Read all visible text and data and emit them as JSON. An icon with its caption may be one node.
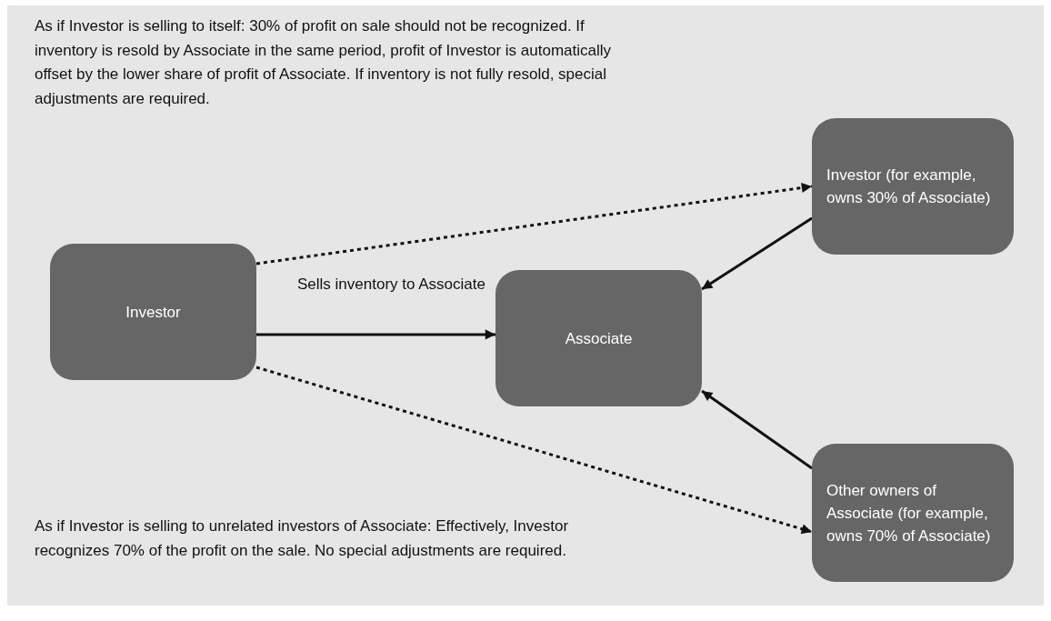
{
  "diagram": {
    "nodes": [
      {
        "text": [
          "Investor"
        ]
      },
      {
        "text": [
          "Associate"
        ]
      },
      {
        "text": [
          "Investor (for example, owns 30% of Associate)"
        ]
      },
      {
        "text": [
          "Other owners of Associate (for example, owns 70% of Associate)"
        ]
      }
    ],
    "edges": [
      {
        "from": 0,
        "to": 2,
        "arrow": "to",
        "style": "dashed"
      },
      {
        "from": 0,
        "to": 1,
        "arrow": "to",
        "label": "Sells inventory to Associate"
      },
      {
        "from": 2,
        "to": 1,
        "arrow": "to"
      },
      {
        "from": 3,
        "to": 1,
        "arrow": "to"
      },
      {
        "from": 0,
        "to": 3,
        "arrow": "to",
        "style": "dashed"
      }
    ],
    "labels": [
      "As if Investor is selling to itself: 30% of profit on sale should not be recognized. If inventory is resold by Associate in the same period, profit of Investor is automatically offset by the lower share of profit of Associate. If inventory is not fully resold, special adjustments are required.",
      "As if Investor is selling to unrelated investors of Associate: Effectively, Investor recognizes 70% of the profit on the sale. No special adjustments are required."
    ]
  }
}
